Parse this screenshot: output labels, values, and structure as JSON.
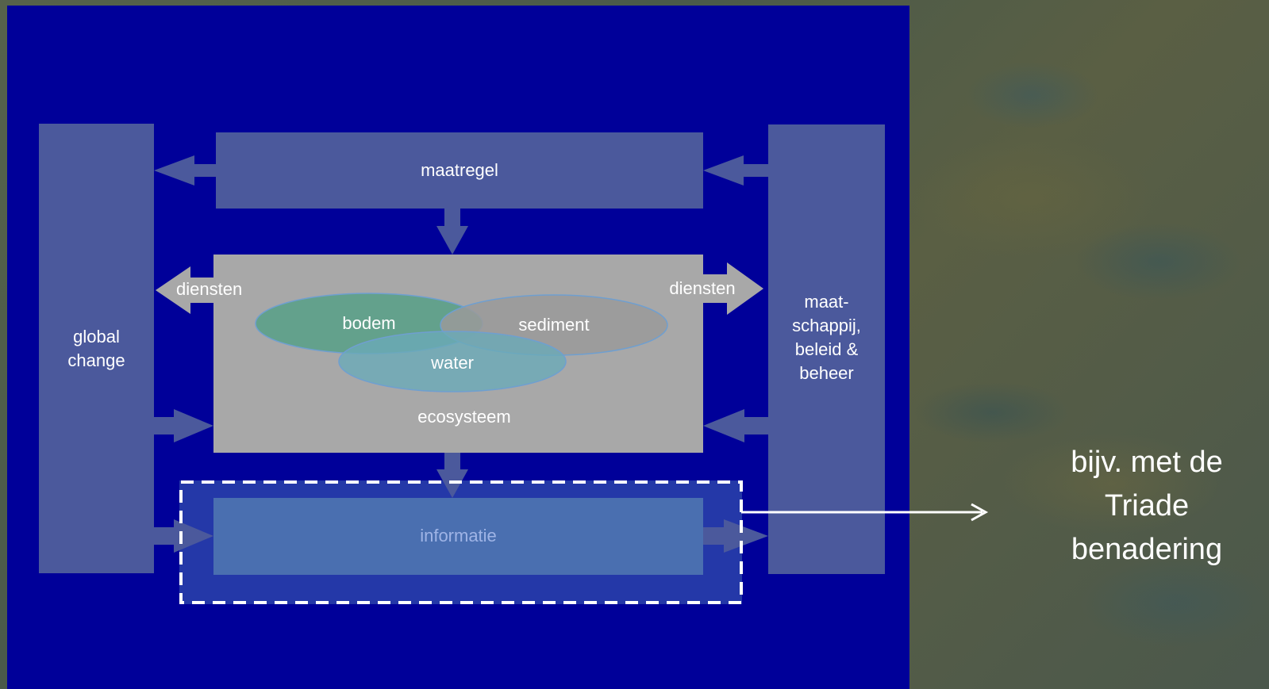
{
  "labels": {
    "global_change": "global\nchange",
    "maatregel": "maatregel",
    "diensten_left": "diensten",
    "diensten_right": "diensten",
    "bodem": "bodem",
    "sediment": "sediment",
    "water": "water",
    "ecosysteem": "ecosysteem",
    "maatschappij": "maat-\nschappij,\nbeleid &\nbeheer",
    "informatie": "informatie"
  },
  "callout": {
    "text": "bijv. met de\nTriade\nbenadering"
  },
  "colors": {
    "panel": "#000099",
    "side_boxes": "#4b599c",
    "ecosysteem_box": "#a8a8a8",
    "bodem": "#5fa08a",
    "sediment": "#9a9a9a",
    "water": "#6aaab8",
    "highlight": "#2438a8",
    "informatie_box": "#4a6fb0"
  }
}
